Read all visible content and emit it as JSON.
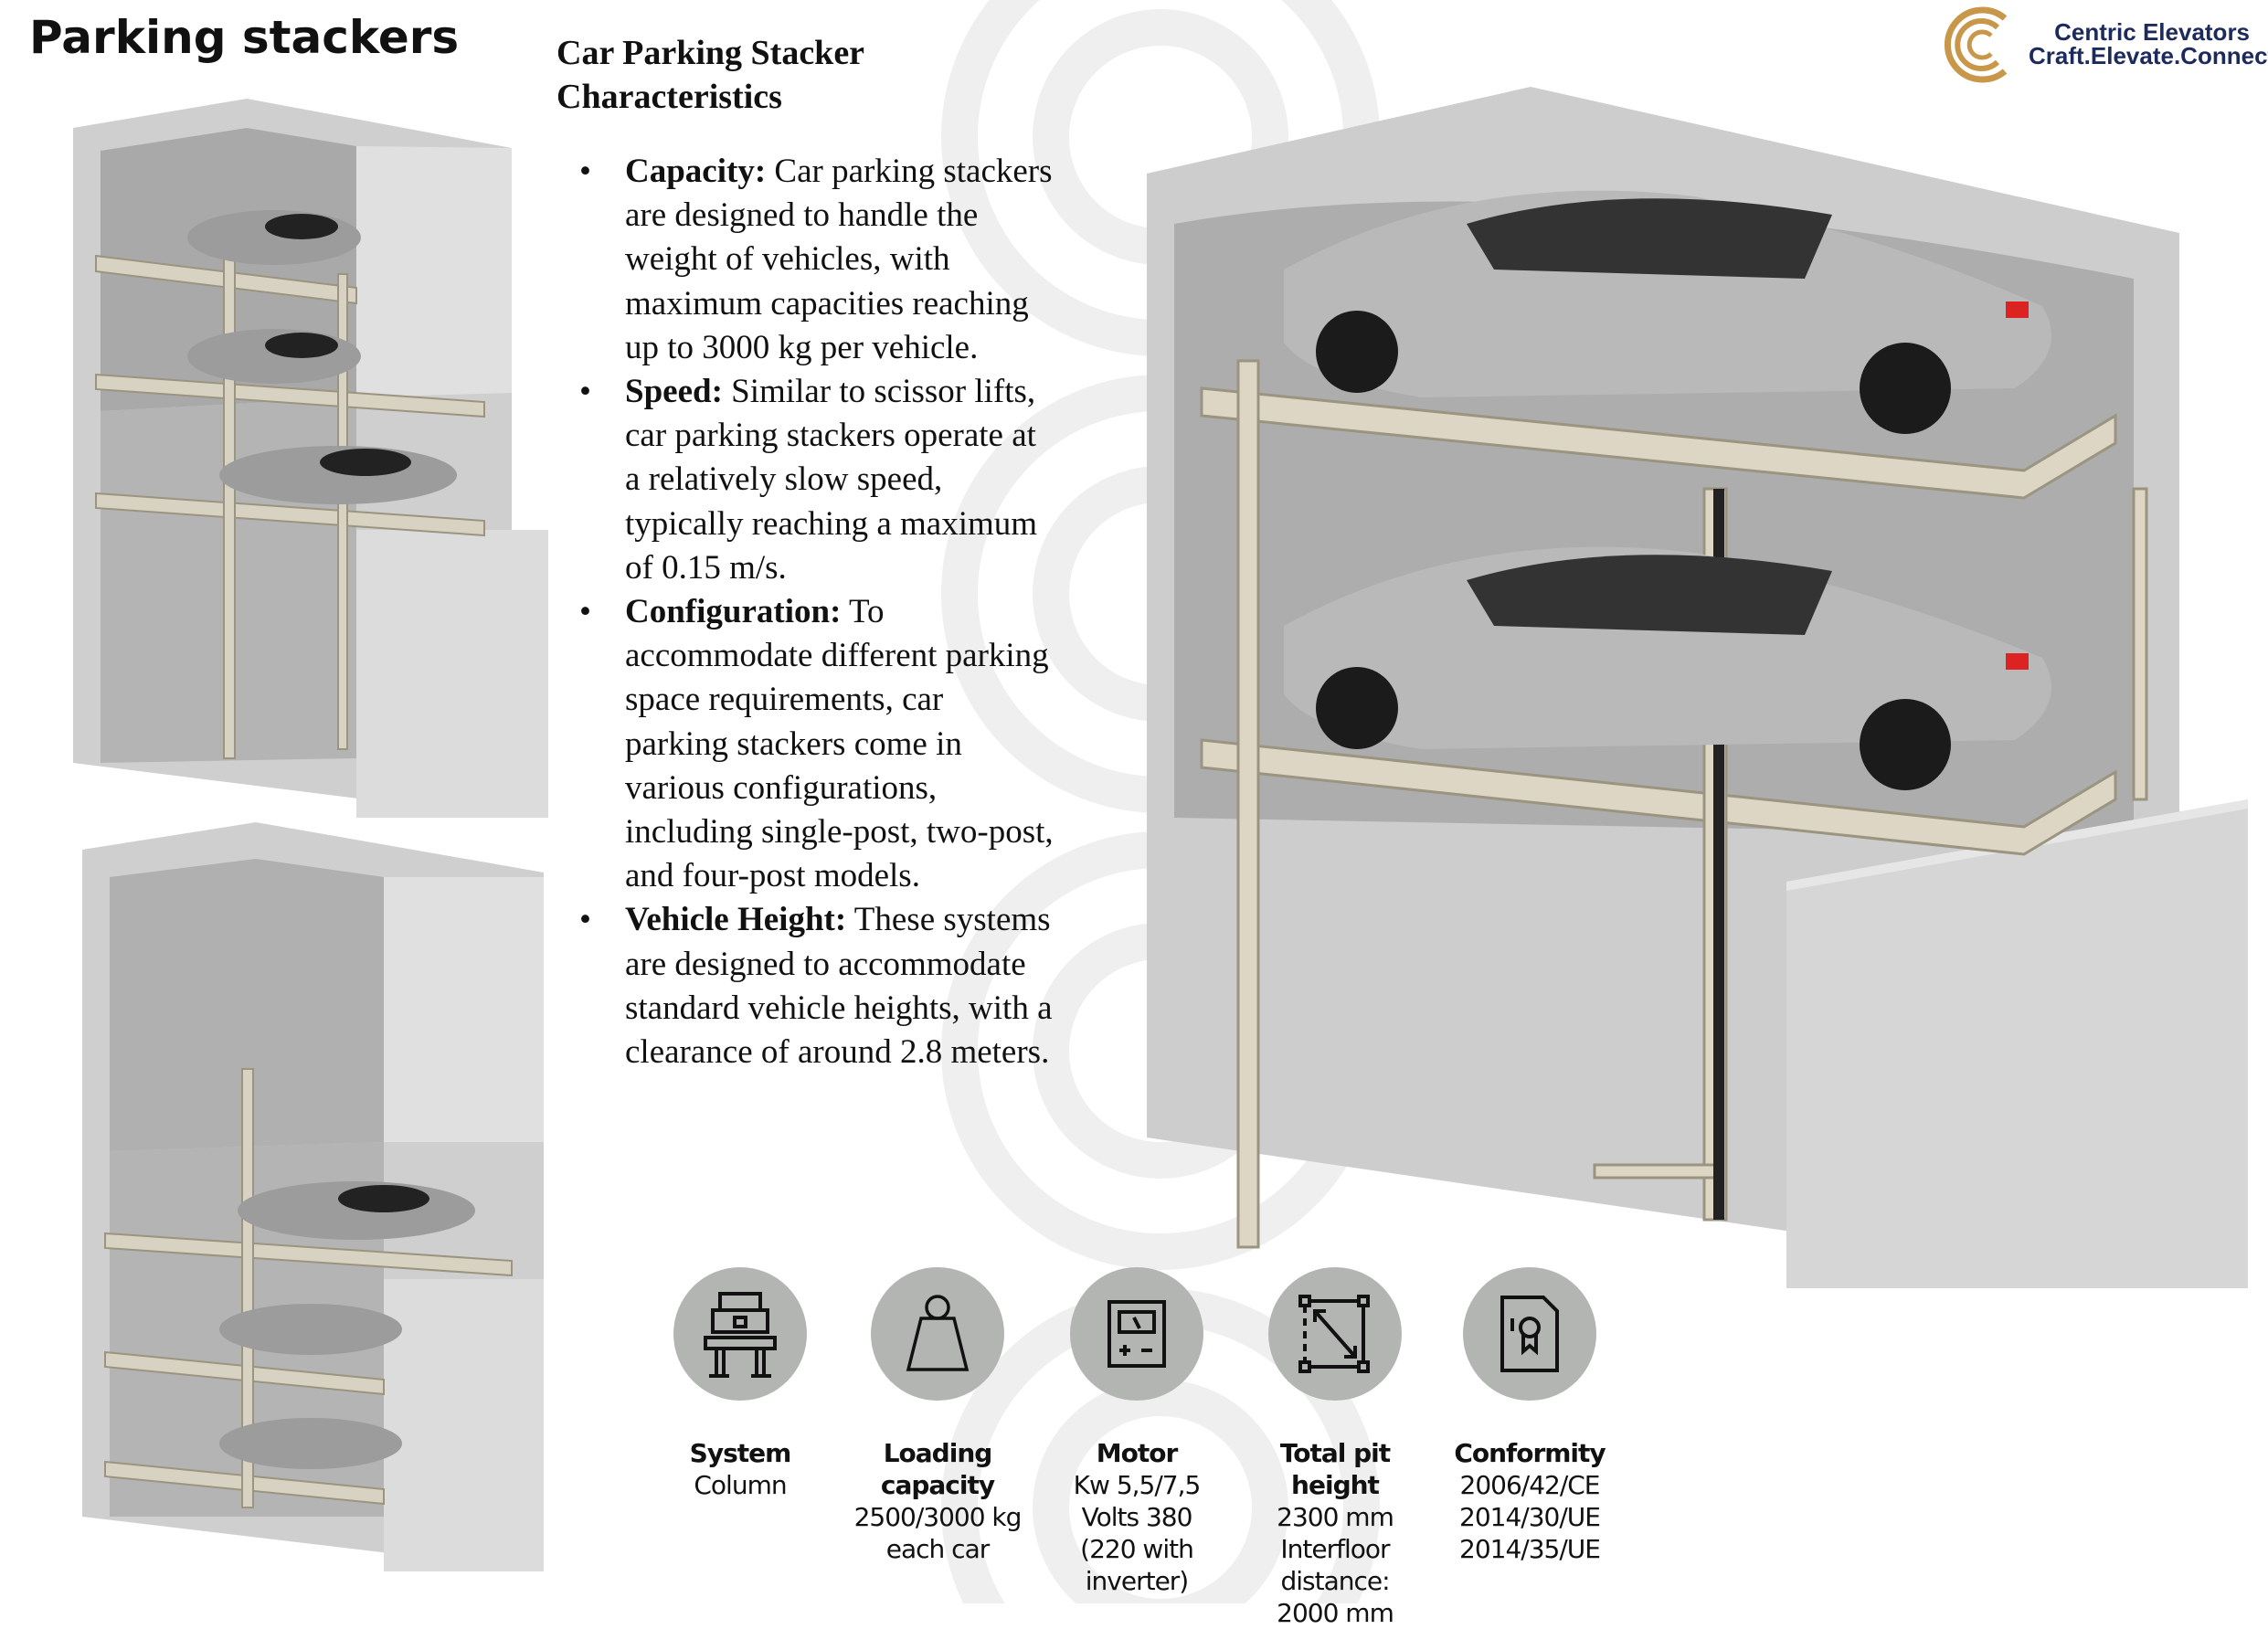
{
  "page_title": "Parking stackers",
  "heading": "Car Parking Stacker Characteristics",
  "bullets": [
    {
      "term": "Capacity:",
      "text": " Car parking stackers are designed to handle the weight of vehicles, with maximum capacities reaching up to 3000 kg per vehicle."
    },
    {
      "term": "Speed:",
      "text": " Similar to scissor lifts, car parking stackers operate at a relatively slow speed, typically reaching a maximum of 0.15 m/s."
    },
    {
      "term": "Configuration:",
      "text": " To accommodate different parking space requirements, car parking stackers come in various configurations, including single-post, two-post, and four-post models."
    },
    {
      "term": "Vehicle Height:",
      "text": " These systems are designed to accommodate standard vehicle heights, with a clearance of around 2.8 meters."
    }
  ],
  "logo": {
    "name": "Centric Elevators",
    "tagline": "Craft.Elevate.Connect",
    "color": "#1d2a5c",
    "ring_color": "#c9974a"
  },
  "specs": [
    {
      "icon": "car-lift-icon",
      "label": "System",
      "lines": [
        "Column"
      ]
    },
    {
      "icon": "weight-icon",
      "label": "Loading capacity",
      "lines": [
        "2500/3000 kg",
        "each car"
      ]
    },
    {
      "icon": "meter-icon",
      "label": "Motor",
      "lines": [
        "Kw 5,5/7,5",
        "Volts 380",
        "(220 with",
        "inverter)"
      ]
    },
    {
      "icon": "dimension-icon",
      "label": "Total pit height",
      "lines": [
        "2300 mm",
        "Interfloor",
        "distance:",
        "2000 mm"
      ]
    },
    {
      "icon": "certificate-icon",
      "label": "Conformity",
      "lines": [
        "2006/42/CE",
        "2014/30/UE",
        "2014/35/UE"
      ]
    }
  ]
}
